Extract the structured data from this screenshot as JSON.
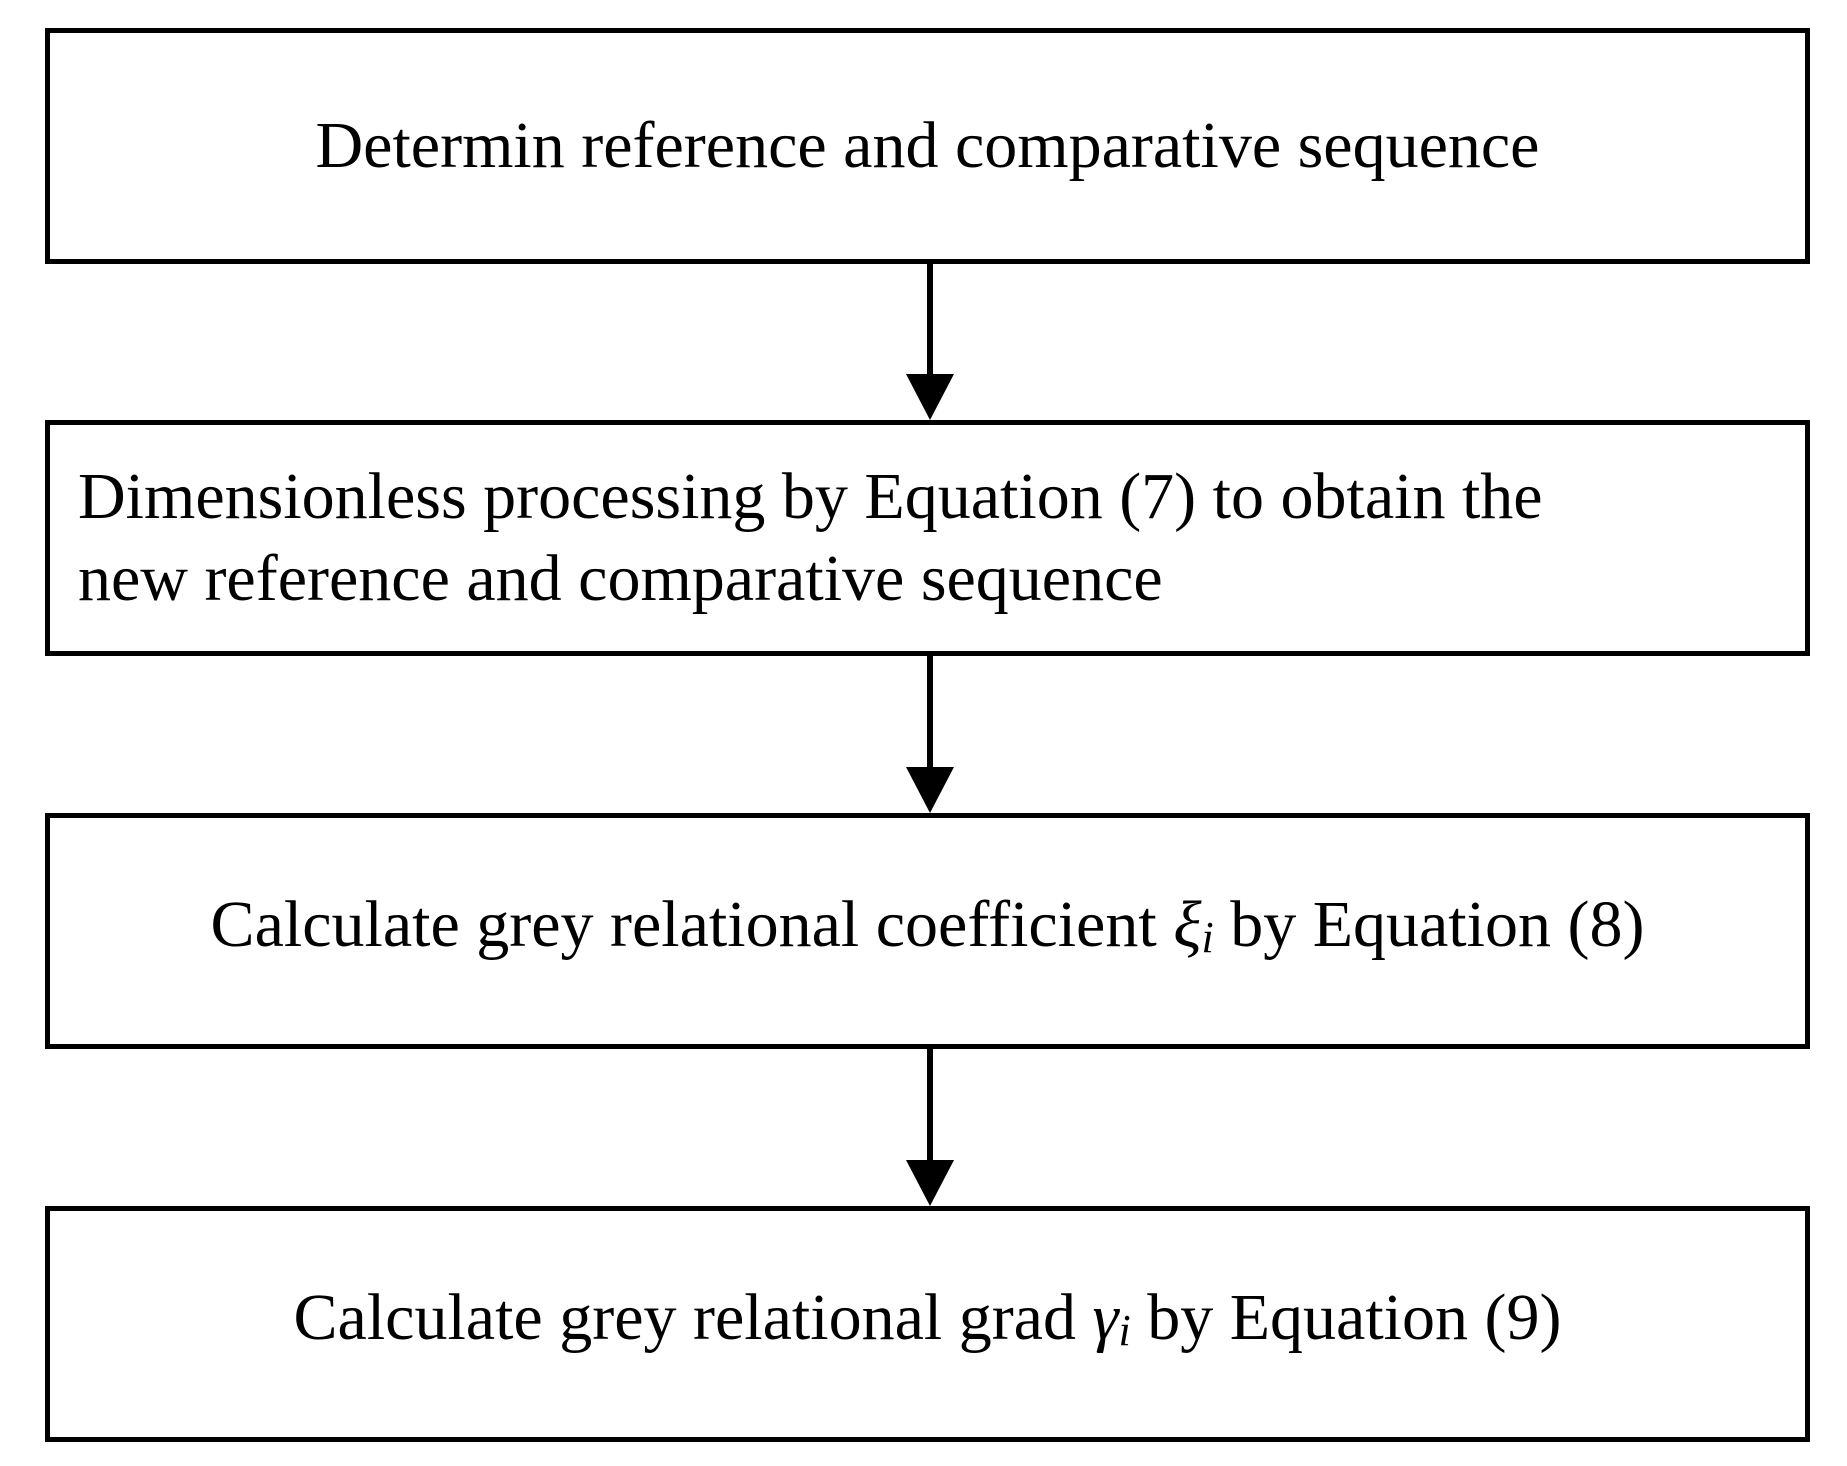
{
  "steps": [
    {
      "lines": [
        "Determin reference and comparative sequence"
      ]
    },
    {
      "lines": [
        "Dimensionless processing by Equation (7) to obtain the",
        "new reference and comparative sequence"
      ]
    },
    {
      "before": "Calculate grey relational coefficient ",
      "symbol": "ξ",
      "subscript": "i",
      "after": " by Equation (8)"
    },
    {
      "before": "Calculate grey relational grad ",
      "symbol": "γ",
      "subscript": "i",
      "after": " by Equation (9)"
    }
  ],
  "connectors": [
    {
      "from": 1,
      "to": 2
    },
    {
      "from": 2,
      "to": 3
    },
    {
      "from": 3,
      "to": 4
    }
  ]
}
